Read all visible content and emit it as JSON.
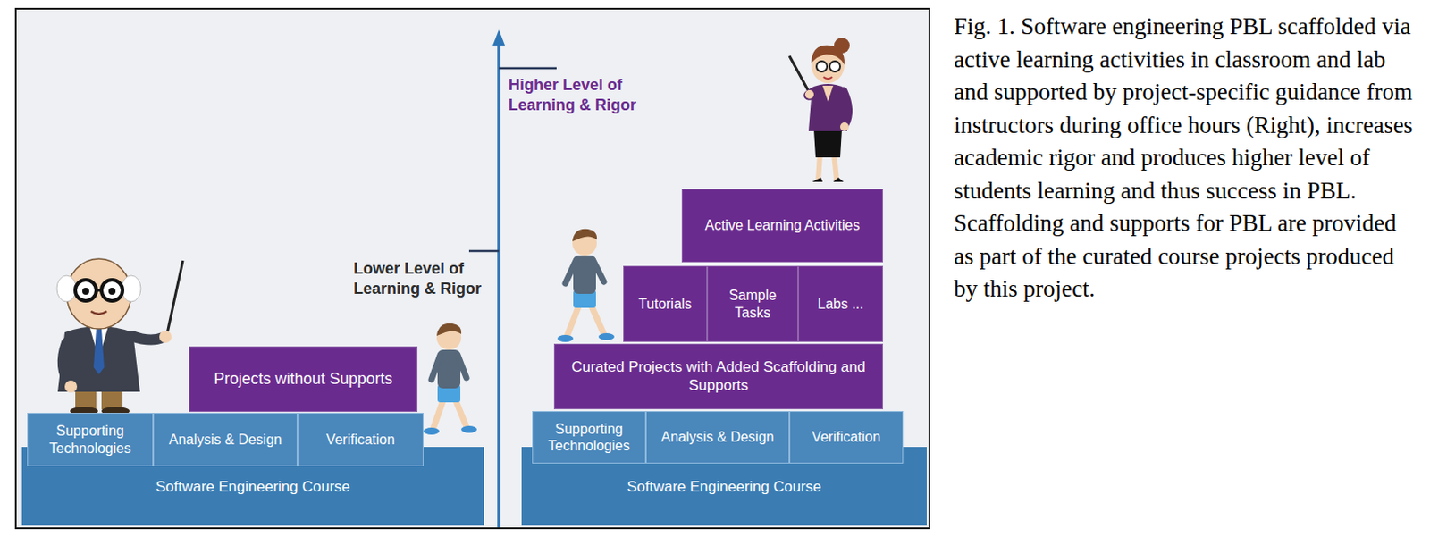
{
  "diagram": {
    "caption": "Fig. 1. Software engineering PBL scaffolded via active learning activities in classroom and lab and supported by project-specific guidance from instructors during office hours (Right), increases academic rigor and produces higher level of students learning and thus success in PBL. Scaffolding and supports for PBL are provided as part of the curated course projects produced by this project.",
    "nodes": [
      {
        "text": [
          "Projects without Supports"
        ]
      },
      {
        "text": [
          "Supporting Technologies"
        ]
      },
      {
        "text": [
          "Analysis & Design"
        ]
      },
      {
        "text": [
          "Verification"
        ]
      },
      {
        "text": [
          "Software Engineering Course"
        ]
      },
      {
        "text": [
          "Active Learning Activities"
        ]
      },
      {
        "text": [
          "Tutorials"
        ]
      },
      {
        "text": [
          "Sample Tasks"
        ]
      },
      {
        "text": [
          "Labs ..."
        ]
      },
      {
        "text": [
          "Curated Projects with Added Scaffolding and Supports"
        ]
      },
      {
        "text": [
          "Supporting Technologies"
        ]
      },
      {
        "text": [
          "Analysis & Design"
        ]
      },
      {
        "text": [
          "Verification"
        ]
      },
      {
        "text": [
          "Software Engineering Course"
        ]
      }
    ],
    "labels": [
      "Higher Level of Learning & Rigor",
      "Lower Level of Learning & Rigor"
    ]
  }
}
